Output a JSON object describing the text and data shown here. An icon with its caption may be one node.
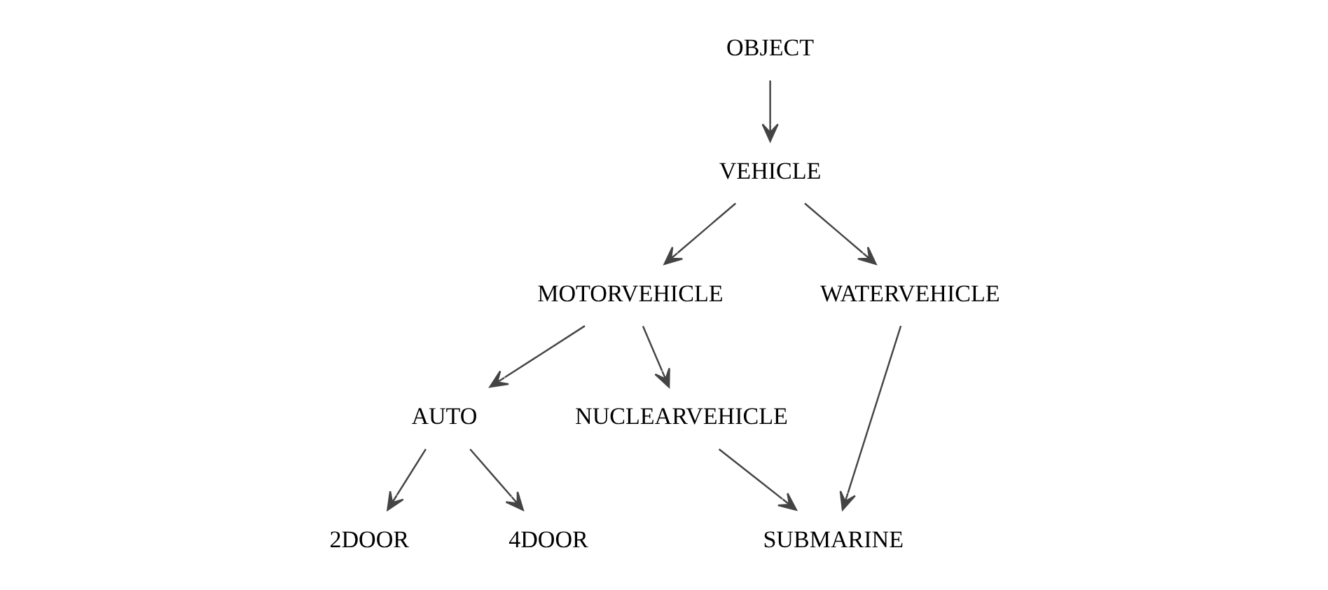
{
  "diagram": {
    "nodes": [
      {
        "text": [
          "OBJECT"
        ]
      },
      {
        "text": [
          "VEHICLE"
        ]
      },
      {
        "text": [
          "MOTORVEHICLE"
        ]
      },
      {
        "text": [
          "WATERVEHICLE"
        ]
      },
      {
        "text": [
          "AUTO"
        ]
      },
      {
        "text": [
          "NUCLEARVEHICLE"
        ]
      },
      {
        "text": [
          "2DOOR"
        ]
      },
      {
        "text": [
          "4DOOR"
        ]
      },
      {
        "text": [
          "SUBMARINE"
        ]
      }
    ],
    "edges": [
      {
        "from": 0,
        "to": 1,
        "arrow": "to"
      },
      {
        "from": 1,
        "to": 2,
        "arrow": "to"
      },
      {
        "from": 1,
        "to": 3,
        "arrow": "to"
      },
      {
        "from": 2,
        "to": 4,
        "arrow": "to"
      },
      {
        "from": 2,
        "to": 5,
        "arrow": "to"
      },
      {
        "from": 4,
        "to": 6,
        "arrow": "to"
      },
      {
        "from": 4,
        "to": 7,
        "arrow": "to"
      },
      {
        "from": 5,
        "to": 8,
        "arrow": "to"
      },
      {
        "from": 3,
        "to": 8,
        "arrow": "to"
      }
    ]
  }
}
